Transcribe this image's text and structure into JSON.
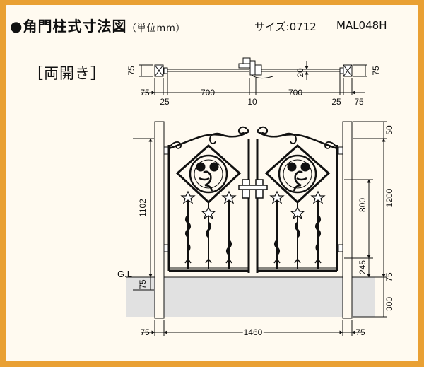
{
  "header": {
    "title": "●角門柱式寸法図",
    "unit": "（単位mm）",
    "size_label": "サイズ:0712",
    "model": "MAL048H"
  },
  "opening_type": "［両開き］",
  "plan_view": {
    "dims_left_vertical": "75",
    "dims_right_vertical": "75",
    "dim_center_gap": "20",
    "dims_bottom": [
      "75",
      "25",
      "700",
      "10",
      "700",
      "25",
      "75"
    ]
  },
  "elevation_view": {
    "ground_label": "G.L",
    "dim_left_height": "1102",
    "dim_left_below_ground": "75",
    "dim_right_top": "50",
    "dim_right_total": "1200",
    "dim_right_mid": "800",
    "dim_right_bottom": "245",
    "dim_right_ground": "75",
    "dim_right_embed": "300",
    "dims_bottom": [
      "75",
      "1460",
      "75"
    ]
  },
  "colors": {
    "background": "#e9a033",
    "card": "#fffaf0",
    "ground": "#e1e1e1",
    "line": "#111111"
  }
}
